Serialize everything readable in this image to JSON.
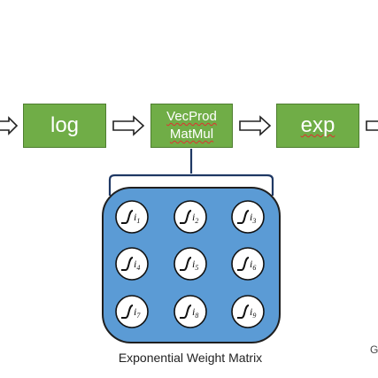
{
  "nodes": {
    "log": {
      "label": "log"
    },
    "vecprod": {
      "line1": "VecProd",
      "line2": "MatMul"
    },
    "exp": {
      "label": "exp"
    }
  },
  "matrix": {
    "caption": "Exponential Weight Matrix",
    "cells": [
      "i1",
      "i2",
      "i3",
      "i4",
      "i5",
      "i6",
      "i7",
      "i8",
      "i9"
    ],
    "cell_symbol": "i",
    "subscripts": [
      "1",
      "2",
      "3",
      "4",
      "5",
      "6",
      "7",
      "8",
      "9"
    ]
  },
  "edge_text": "G",
  "colors": {
    "box_fill": "#70ad47",
    "box_border": "#4e7e30",
    "matrix_fill": "#5b9bd5",
    "matrix_border": "#1f1f1f"
  }
}
